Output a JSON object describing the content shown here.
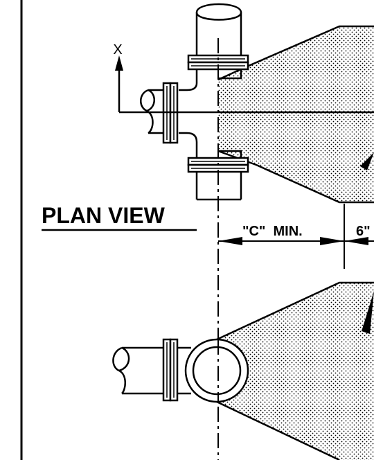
{
  "view_title": "PLAN VIEW",
  "axis_label": "X",
  "dimensions": {
    "c_min": "\"C\"  MIN.",
    "six_inch": "6\""
  },
  "colors": {
    "line": "#000000",
    "background": "#ffffff",
    "stipple": "#000000"
  }
}
